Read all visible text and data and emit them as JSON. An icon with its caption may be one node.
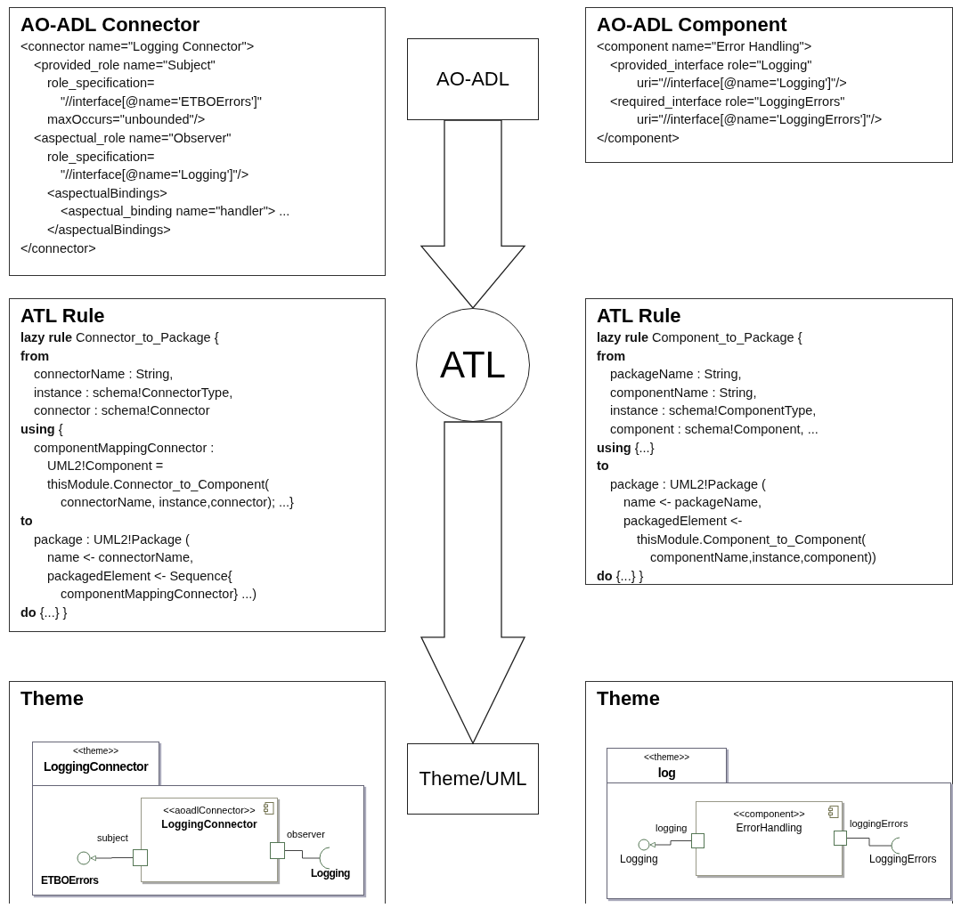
{
  "diagram": {
    "nodes": [
      {
        "text": [
          "AO-ADL Connector",
          "<connector name=\"Logging Connector\">",
          "<provided_role name=\"Subject\"",
          "role_specification=",
          "\"//interface[@name='ETBOErrors']\"",
          "maxOccurs=\"unbounded\"/>",
          "<aspectual_role name=\"Observer\"",
          "role_specification=",
          "\"//interface[@name='Logging']\"/>",
          "<aspectualBindings>",
          "<aspectual_binding name=\"handler\"> ...",
          "</aspectualBindings>",
          "</connector>"
        ]
      },
      {
        "text": [
          "AO-ADL"
        ]
      },
      {
        "text": [
          "AO-ADL Component",
          "<component name=\"Error Handling\">",
          "<provided_interface role=\"Logging\"",
          "uri=\"//interface[@name='Logging']\"/>",
          "<required_interface role=\"LoggingErrors\"",
          "uri=\"//interface[@name='LoggingErrors']\"/>",
          "</component>"
        ]
      },
      {
        "text": [
          "ATL Rule",
          "**lazy rule** Connector_to_Package {",
          "from",
          "connectorName : String,",
          "instance : schema!ConnectorType,",
          "connector : schema!Connector",
          "**using** {",
          "componentMappingConnector :",
          "UML2!Component =",
          "thisModule.Connector_to_Component(",
          "connectorName, instance,connector); ...}",
          "to",
          "package : UML2!Package (",
          "name <- connectorName,",
          "packagedElement <- Sequence{",
          "componentMappingConnector} ...)",
          "**do** {...} }"
        ]
      },
      {
        "text": [
          "ATL"
        ]
      },
      {
        "text": [
          "ATL Rule",
          "**lazy rule** Component_to_Package {",
          "from",
          "packageName : String,",
          "componentName : String,",
          "instance : schema!ComponentType,",
          "component : schema!Component, ...",
          "**using** {...}",
          "to",
          "package : UML2!Package (",
          "name <- packageName,",
          "packagedElement <-",
          "thisModule.Component_to_Component(",
          "componentName,instance,component))",
          "**do** {...} }"
        ]
      },
      {
        "text": [
          "Theme"
        ]
      },
      {
        "text": [
          "<<theme>>",
          "LoggingConnector"
        ],
        "in": 6
      },
      {
        "text": [
          "<<aoadlConnector>>",
          "LoggingConnector"
        ],
        "in": 7
      },
      {
        "text": [],
        "shape": "box",
        "in": 7,
        "beside": [
          "subject"
        ]
      },
      {
        "text": [],
        "shape": "box",
        "in": 7,
        "beside": [
          "observer"
        ]
      },
      {
        "text": [],
        "shape": "circle",
        "in": 7,
        "beside": [
          "ETBOErrors"
        ]
      },
      {
        "text": [],
        "shape": "arc",
        "in": 7,
        "beside": [
          "Logging"
        ]
      },
      {
        "text": [
          "Theme/UML"
        ]
      },
      {
        "text": [
          "Theme"
        ]
      },
      {
        "text": [
          "<<theme>>",
          "log"
        ],
        "in": 14
      },
      {
        "text": [
          "<<component>>",
          "ErrorHandling"
        ],
        "in": 15
      },
      {
        "text": [],
        "shape": "box",
        "in": 15,
        "beside": [
          "logging"
        ]
      },
      {
        "text": [],
        "shape": "box",
        "in": 15,
        "beside": [
          "loggingErrors"
        ]
      },
      {
        "text": [],
        "shape": "circle",
        "in": 15,
        "beside": [
          "Logging"
        ]
      },
      {
        "text": [],
        "shape": "arc",
        "in": 15,
        "beside": [
          "LoggingErrors"
        ]
      }
    ],
    "edges": [
      {
        "from": 1,
        "to": 4,
        "arrow": "to",
        "style": "thick"
      },
      {
        "from": 4,
        "to": 13,
        "arrow": "to",
        "style": "thick"
      },
      {
        "from": 9,
        "to": 11,
        "arrow": "to"
      },
      {
        "from": 10,
        "to": 12,
        "arrow": "none"
      },
      {
        "from": 17,
        "to": 19,
        "arrow": "to"
      },
      {
        "from": 18,
        "to": 20,
        "arrow": "none"
      }
    ]
  }
}
